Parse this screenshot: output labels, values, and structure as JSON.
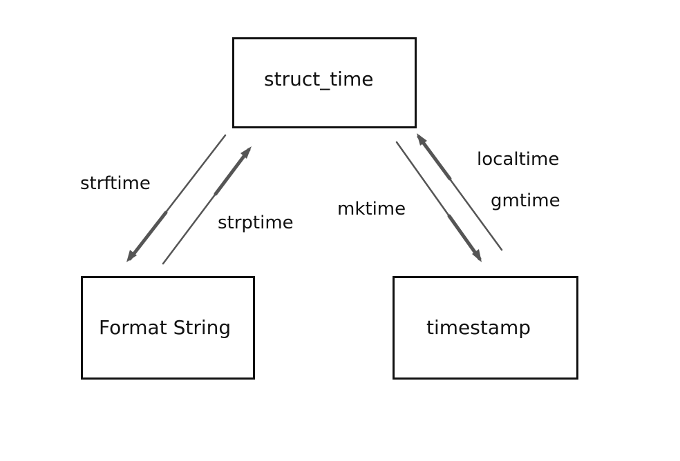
{
  "nodes": {
    "struct_time": "struct_time",
    "format_string": "Format String",
    "timestamp": "timestamp"
  },
  "edges": {
    "strftime": "strftime",
    "strptime": "strptime",
    "mktime": "mktime",
    "localtime": "localtime",
    "gmtime": "gmtime"
  },
  "colors": {
    "box_border": "#111111",
    "arrow": "#555555",
    "text": "#111111"
  }
}
